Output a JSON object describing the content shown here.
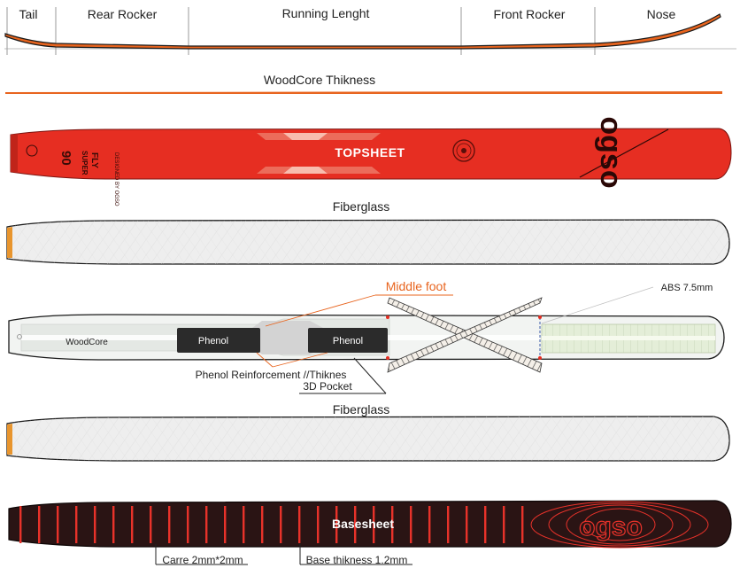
{
  "profile": {
    "zones": [
      "Tail",
      "Rear Rocker",
      "Running Lenght",
      "Front Rocker",
      "Nose"
    ]
  },
  "woodcore_thickness": {
    "title": "WoodCore Thikness"
  },
  "topsheet": {
    "label": "TOPSHEET",
    "brand": "ogso",
    "model_lines": [
      "90",
      "SUPER",
      "FLY"
    ],
    "side_text": "DESIGNED BY OGSO"
  },
  "fiberglass_top": {
    "label": "Fiberglass"
  },
  "core": {
    "middle_foot": "Middle foot",
    "abs": "ABS 7.5mm",
    "woodcore": "WoodCore",
    "phenol_1": "Phenol",
    "phenol_2": "Phenol",
    "phenol_reinforcement": "Phenol Reinforcement //Thiknes",
    "pocket": "3D Pocket"
  },
  "fiberglass_bottom": {
    "label": "Fiberglass"
  },
  "basesheet": {
    "label": "Basesheet",
    "brand": "ogso",
    "carre": "Carre 2mm*2mm",
    "base_thickness": "Base thikness 1.2mm"
  },
  "colors": {
    "accent_orange": "#e8641e",
    "topsheet_red": "#e62e22",
    "base_dark": "#2a1414",
    "base_stripe": "#e8322a",
    "fiberglass_fill": "#eeeeee",
    "core_fill": "#f2f4f2",
    "phenol": "#2b2b2b",
    "abs_green": "#e4eed8"
  }
}
